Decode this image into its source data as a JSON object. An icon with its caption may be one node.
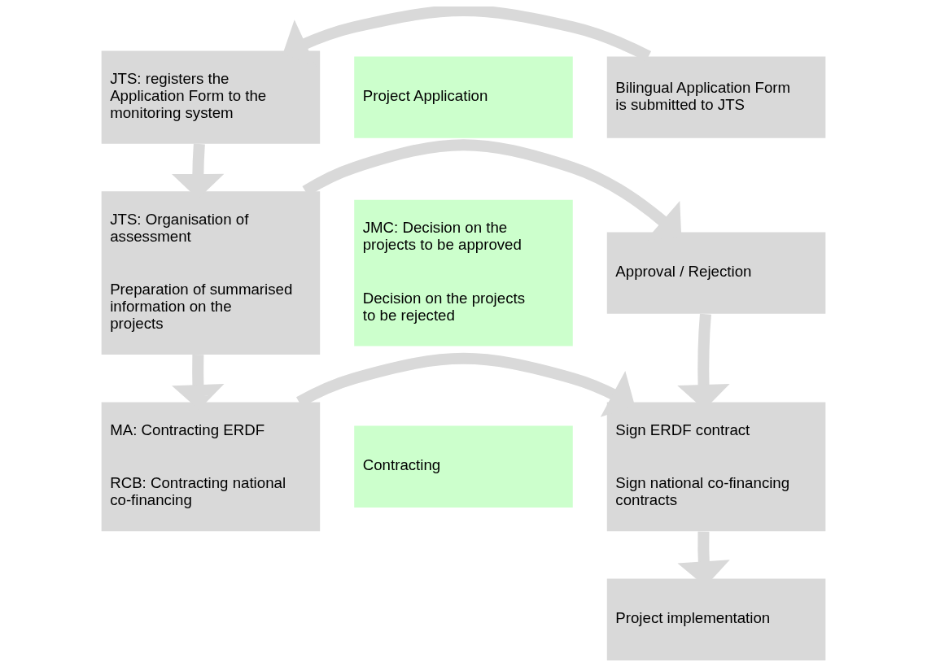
{
  "diagram": {
    "nodes": [
      {
        "text": [
          "Project Application"
        ]
      },
      {
        "text": [
          "Bilingual Application Form is submitted to JTS"
        ]
      },
      {
        "text": [
          "JTS: registers the Application Form to the monitoring system"
        ]
      },
      {
        "text": [
          "JTS: Organisation of assessment",
          "Preparation of summarised information on the projects"
        ]
      },
      {
        "text": [
          "JMC: Decision on the projects to be approved",
          "Decision on the projects to be rejected"
        ]
      },
      {
        "text": [
          "Approval / Rejection"
        ]
      },
      {
        "text": [
          "MA: Contracting ERDF",
          "RCB: Contracting national co-financing"
        ]
      },
      {
        "text": [
          "Contracting"
        ]
      },
      {
        "text": [
          "Sign ERDF contract",
          "Sign national co-financing contracts"
        ]
      },
      {
        "text": [
          "Project implementation"
        ]
      }
    ],
    "edges": [
      {
        "from": 1,
        "to": 2,
        "arrow": "to"
      },
      {
        "from": 2,
        "to": 3,
        "arrow": "to"
      },
      {
        "from": 3,
        "to": 5,
        "arrow": "to"
      },
      {
        "from": 5,
        "to": 8,
        "arrow": "to"
      },
      {
        "from": 3,
        "to": 6,
        "arrow": "to"
      },
      {
        "from": 6,
        "to": 8,
        "arrow": "to"
      },
      {
        "from": 8,
        "to": 9,
        "arrow": "to"
      }
    ]
  }
}
